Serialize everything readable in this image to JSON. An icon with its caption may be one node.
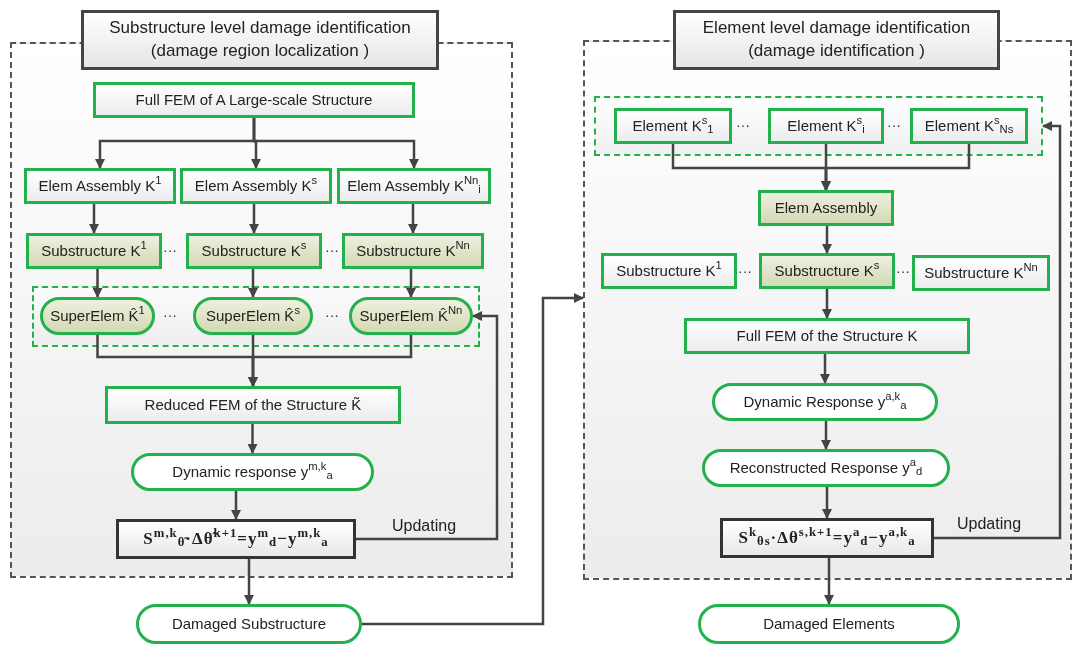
{
  "diagram": {
    "nodes": [
      {
        "text": [
          "Substructure level damage identification (damage region localization )"
        ]
      },
      {
        "text": [
          "Full FEM of A Large-scale Structure"
        ],
        "in": 0
      },
      {
        "text": [
          "Elem Assembly K$^{1}$"
        ],
        "in": 0
      },
      {
        "text": [
          "Elem Assembly K$^{s}$"
        ],
        "in": 0
      },
      {
        "text": [
          "Elem Assembly K$^{Nn}$$_{i}$"
        ],
        "in": 0
      },
      {
        "text": [
          "Substructure K$^{1}$"
        ],
        "in": 0
      },
      {
        "text": [
          "Substructure K$^{s}$"
        ],
        "in": 0
      },
      {
        "text": [
          "Substructure K$^{Nn}$"
        ],
        "in": 0
      },
      {
        "text": [],
        "shape": "box",
        "in": 0
      },
      {
        "text": [
          "SuperElem K̂$^{1}$"
        ],
        "in": 8
      },
      {
        "text": [
          "SuperElem K̂$^{s}$"
        ],
        "in": 8
      },
      {
        "text": [
          "SuperElem K̂$^{Nn}$"
        ],
        "in": 8
      },
      {
        "text": [
          "Reduced FEM of the Structure K̃"
        ],
        "in": 0
      },
      {
        "text": [
          "Dynamic response y$^{m,k}$$_{a}$"
        ],
        "in": 0
      },
      {
        "text": [
          "S$^{m,k}$$_{θ̃}$·Δθ̃$^{k+1}$=y$^{m}$$_{d}$−y$^{m,k}$$_{a}$"
        ],
        "in": 0
      },
      {
        "text": [
          "Damaged Substructure"
        ]
      },
      {
        "text": [
          "Element level damage identification (damage identification )"
        ]
      },
      {
        "text": [],
        "shape": "box",
        "in": 16
      },
      {
        "text": [
          "Element K$^{s}$$_{1}$"
        ],
        "in": 17
      },
      {
        "text": [
          "Element K$^{s}$$_{i}$"
        ],
        "in": 17
      },
      {
        "text": [
          "Element K$^{s}$$_{Ns}$"
        ],
        "in": 17
      },
      {
        "text": [
          "Elem Assembly"
        ],
        "in": 16
      },
      {
        "text": [
          "Substructure K$^{1}$"
        ],
        "in": 16
      },
      {
        "text": [
          "Substructure K$^{s}$"
        ],
        "in": 16
      },
      {
        "text": [
          "Substructure K$^{Nn}$"
        ],
        "in": 16
      },
      {
        "text": [
          "Full FEM of the Structure K"
        ],
        "in": 16
      },
      {
        "text": [
          "Dynamic Response y$^{a,k}$$_{a}$"
        ],
        "in": 16
      },
      {
        "text": [
          "Reconstructed Response y$^{a}$$_{d}$"
        ],
        "in": 16
      },
      {
        "text": [
          "S$^{k}$$_{θs}$·Δθ$^{s,k+1}$=y$^{a}$$_{d}$−y$^{a,k}$$_{a}$"
        ],
        "in": 16
      },
      {
        "text": [
          "Damaged Elements"
        ]
      }
    ],
    "edges": [
      {
        "from": 1,
        "to": 2,
        "arrow": "to"
      },
      {
        "from": 1,
        "to": 3,
        "arrow": "to"
      },
      {
        "from": 1,
        "to": 4,
        "arrow": "to"
      },
      {
        "from": 2,
        "to": 5,
        "arrow": "to"
      },
      {
        "from": 3,
        "to": 6,
        "arrow": "to"
      },
      {
        "from": 4,
        "to": 7,
        "arrow": "to"
      },
      {
        "from": 5,
        "to": 9,
        "arrow": "to"
      },
      {
        "from": 6,
        "to": 10,
        "arrow": "to"
      },
      {
        "from": 7,
        "to": 11,
        "arrow": "to"
      },
      {
        "from": 9,
        "to": 12,
        "arrow": "to"
      },
      {
        "from": 10,
        "to": 12,
        "arrow": "to"
      },
      {
        "from": 11,
        "to": 12,
        "arrow": "to"
      },
      {
        "from": 12,
        "to": 13,
        "arrow": "to"
      },
      {
        "from": 13,
        "to": 14,
        "arrow": "to"
      },
      {
        "from": 14,
        "to": 11,
        "arrow": "to",
        "label": "Updating"
      },
      {
        "from": 14,
        "to": 15,
        "arrow": "to"
      },
      {
        "from": 15,
        "to": 16,
        "arrow": "to"
      },
      {
        "from": 18,
        "to": 21,
        "arrow": "to"
      },
      {
        "from": 19,
        "to": 21,
        "arrow": "to"
      },
      {
        "from": 20,
        "to": 21,
        "arrow": "to"
      },
      {
        "from": 21,
        "to": 23,
        "arrow": "to"
      },
      {
        "from": 23,
        "to": 25,
        "arrow": "to"
      },
      {
        "from": 25,
        "to": 26,
        "arrow": "to"
      },
      {
        "from": 26,
        "to": 27,
        "arrow": "to"
      },
      {
        "from": 27,
        "to": 28,
        "arrow": "to"
      },
      {
        "from": 28,
        "to": 17,
        "arrow": "to",
        "label": "Updating"
      },
      {
        "from": 28,
        "to": 29,
        "arrow": "to"
      }
    ],
    "labels": [
      "···",
      "···",
      "···",
      "···",
      "···",
      "···",
      "···",
      "···"
    ]
  }
}
